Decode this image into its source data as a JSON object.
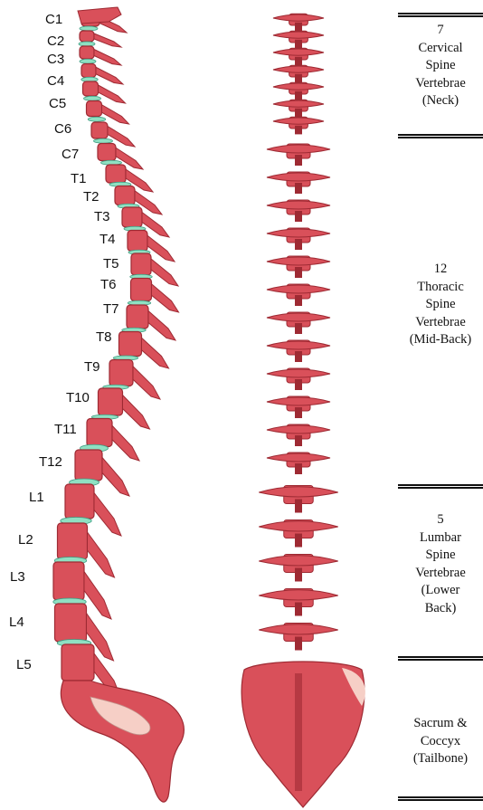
{
  "vertebra_labels": [
    "C1",
    "C2",
    "C3",
    "C4",
    "C5",
    "C6",
    "C7",
    "T1",
    "T2",
    "T3",
    "T4",
    "T5",
    "T6",
    "T7",
    "T8",
    "T9",
    "T10",
    "T11",
    "T12",
    "L1",
    "L2",
    "L3",
    "L4",
    "L5"
  ],
  "regions": [
    {
      "lines": [
        "7",
        "Cervical",
        "Spine",
        "Vertebrae",
        "(Neck)"
      ]
    },
    {
      "lines": [
        "12",
        "Thoracic",
        "Spine",
        "Vertebrae",
        "(Mid-Back)"
      ]
    },
    {
      "lines": [
        "5",
        "Lumbar",
        "Spine",
        "Vertebrae",
        "(Lower",
        "Back)"
      ]
    },
    {
      "lines": [
        "Sacrum &",
        "Coccyx",
        "(Tailbone)"
      ]
    }
  ],
  "colors": {
    "bone": "#d9505a",
    "bone_dark": "#9e2a33",
    "bone_light": "#f0a0a3",
    "disc": "#8fe0c2",
    "sacrum_light": "#f6cfc6"
  }
}
